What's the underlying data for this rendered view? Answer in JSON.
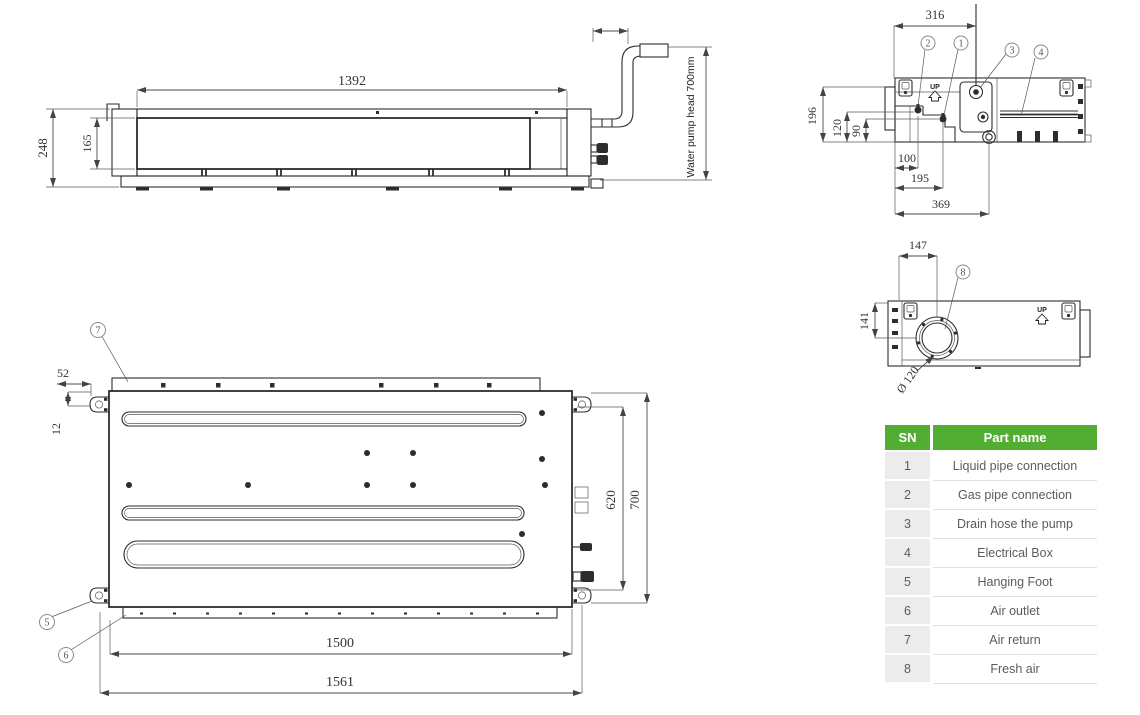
{
  "front_view": {
    "dim_width": "1392",
    "dim_height": "248",
    "dim_inner_height": "165",
    "pump_note": "Water pump head 700mm"
  },
  "connection_view": {
    "dim_top": "316",
    "dim_left_a": "196",
    "dim_left_b": "120",
    "dim_left_c": "90",
    "dim_bottom_a": "100",
    "dim_bottom_b": "195",
    "dim_bottom_c": "369",
    "up_label": "UP",
    "callout_1": "1",
    "callout_2": "2",
    "callout_3": "3",
    "callout_4": "4"
  },
  "fresh_air_view": {
    "dim_top": "147",
    "dim_left": "141",
    "dim_diameter": "Ø 120",
    "up_label": "UP",
    "callout_8": "8"
  },
  "plan_view": {
    "dim_flange": "52",
    "dim_foot": "12",
    "dim_inner_depth": "620",
    "dim_depth": "700",
    "dim_inner_length": "1500",
    "dim_length": "1561",
    "callout_5": "5",
    "callout_6": "6",
    "callout_7": "7"
  },
  "parts_table": {
    "headers": [
      "SN",
      "Part name"
    ],
    "rows": [
      {
        "sn": "1",
        "name": "Liquid pipe connection"
      },
      {
        "sn": "2",
        "name": "Gas pipe connection"
      },
      {
        "sn": "3",
        "name": "Drain hose the pump"
      },
      {
        "sn": "4",
        "name": "Electrical Box"
      },
      {
        "sn": "5",
        "name": "Hanging Foot"
      },
      {
        "sn": "6",
        "name": "Air outlet"
      },
      {
        "sn": "7",
        "name": "Air return"
      },
      {
        "sn": "8",
        "name": "Fresh air"
      }
    ]
  },
  "colors": {
    "table_header_green": "#52ae32",
    "table_row_gray": "#ececec",
    "line_color": "#2d2d2d"
  }
}
